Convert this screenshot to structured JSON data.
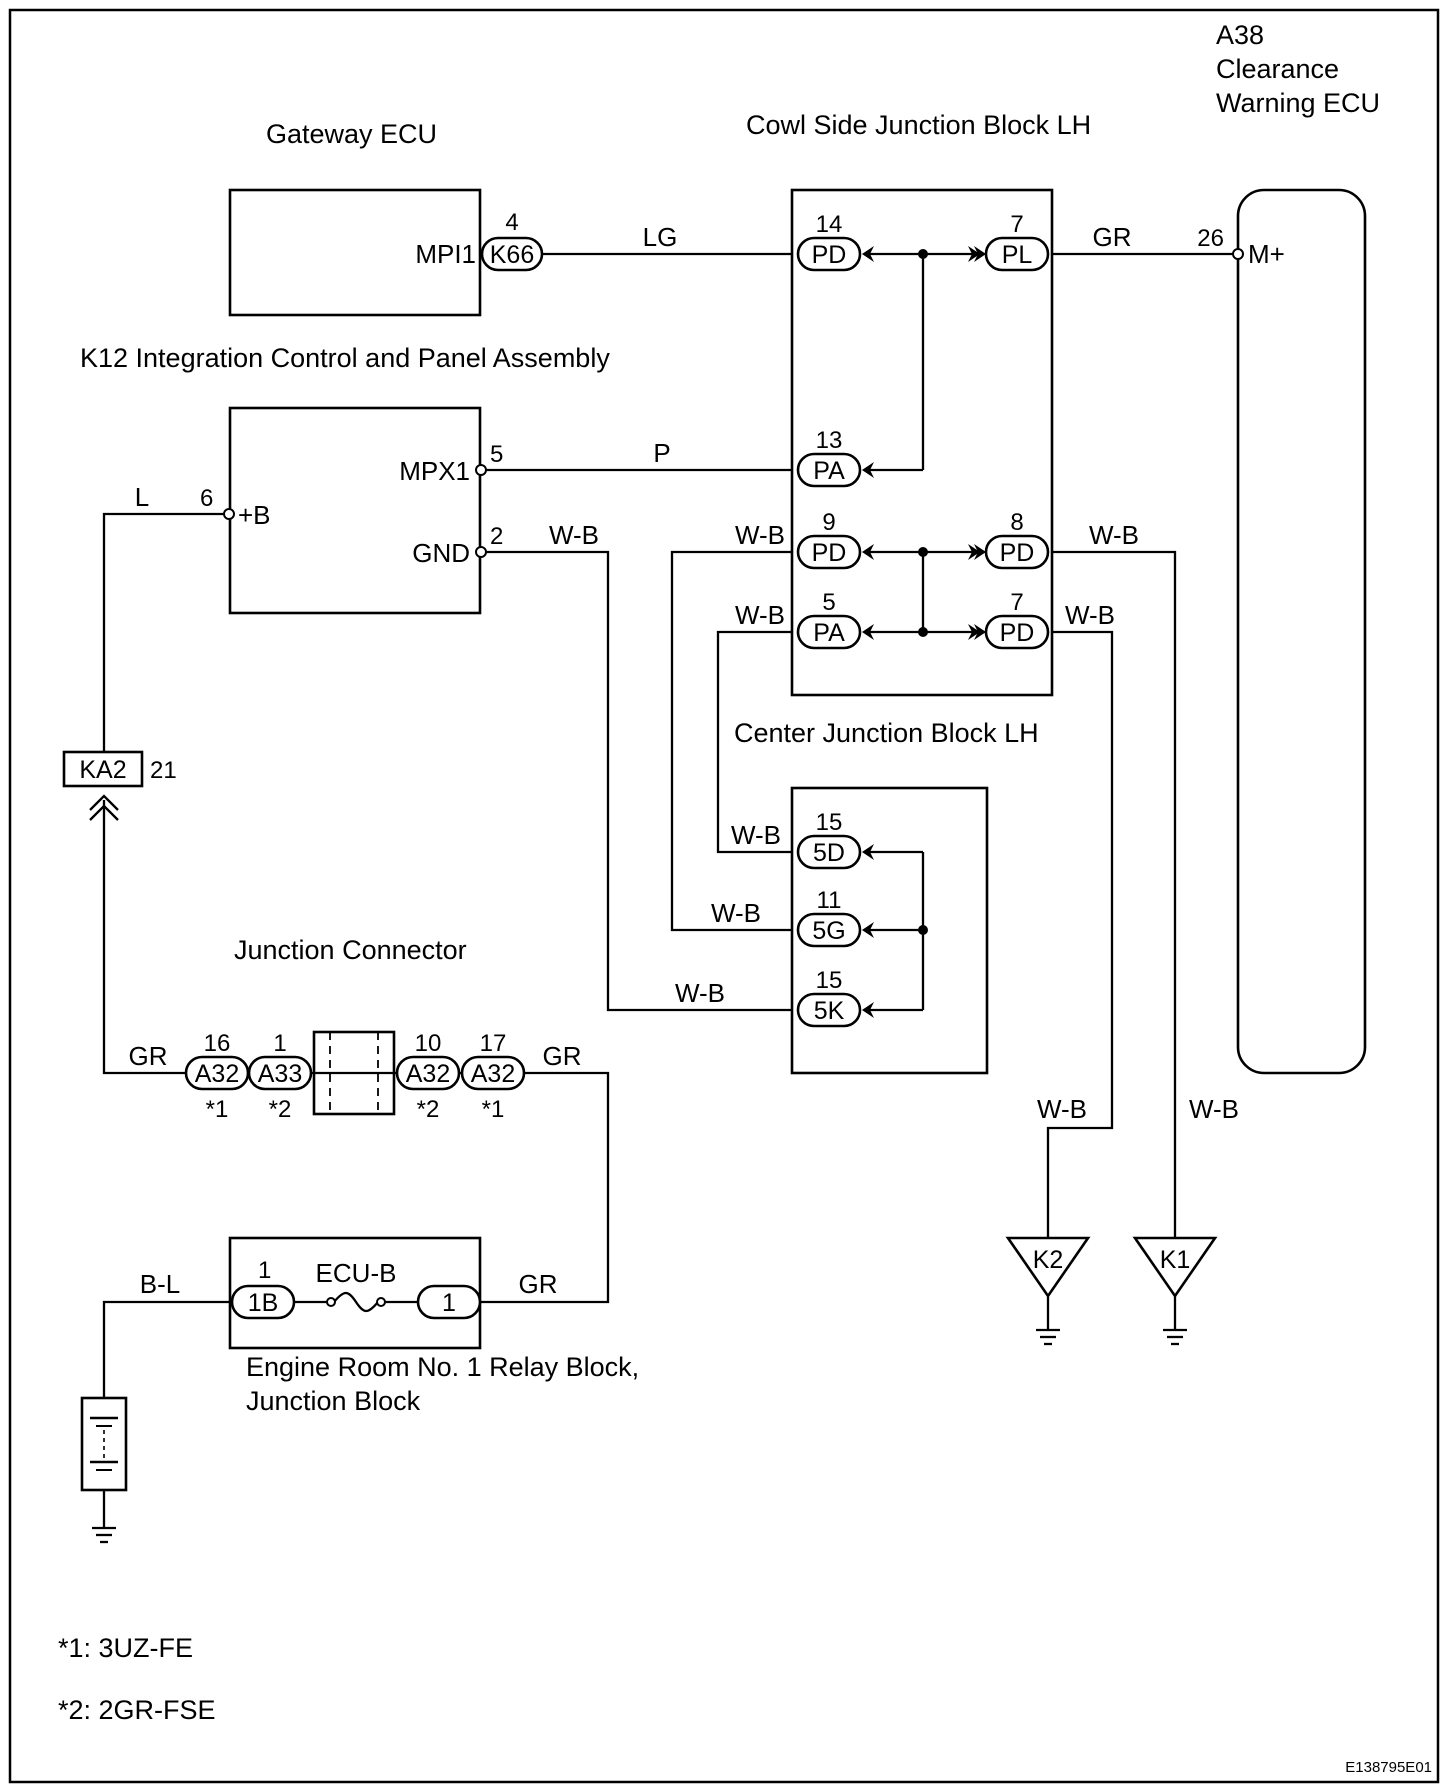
{
  "components": {
    "clearance_warning_ecu": {
      "code": "A38",
      "line1": "Clearance",
      "line2": "Warning ECU",
      "terminal": "M+",
      "pin": "26"
    },
    "cowl_side_jb": {
      "title": "Cowl Side Junction Block LH"
    },
    "gateway_ecu": {
      "title": "Gateway ECU",
      "terminal": "MPI1",
      "connector": "K66",
      "pin": "4"
    },
    "integration_panel": {
      "title": "K12 Integration Control and Panel Assembly",
      "mpx1_label": "MPX1",
      "mpx1_pin": "5",
      "gnd_label": "GND",
      "gnd_pin": "2",
      "b_label": "+B",
      "b_pin": "6"
    },
    "center_jb": {
      "title": "Center Junction Block LH"
    },
    "junction_connector": {
      "title": "Junction Connector"
    },
    "relay_block": {
      "line1": "Engine Room No. 1 Relay Block,",
      "line2": "Junction Block",
      "fuse": "ECU-B",
      "in_connector": "1B",
      "in_pin": "1",
      "out_connector": "1"
    },
    "battery": {
      "label": "Battery"
    },
    "connector_ka2": {
      "label": "KA2",
      "pin": "21"
    }
  },
  "cowl_connectors": [
    {
      "name": "PD",
      "pin": "14"
    },
    {
      "name": "PL",
      "pin": "7"
    },
    {
      "name": "PA",
      "pin": "13"
    },
    {
      "name": "PD",
      "pin": "9"
    },
    {
      "name": "PD",
      "pin": "8"
    },
    {
      "name": "PA",
      "pin": "5"
    },
    {
      "name": "PD",
      "pin": "7"
    }
  ],
  "center_connectors": [
    {
      "name": "5D",
      "pin": "15"
    },
    {
      "name": "5G",
      "pin": "11"
    },
    {
      "name": "5K",
      "pin": "15"
    }
  ],
  "junction_pins": [
    {
      "name": "A32",
      "pin": "16",
      "note": "*1"
    },
    {
      "name": "A33",
      "pin": "1",
      "note": "*2"
    },
    {
      "name": "A32",
      "pin": "10",
      "note": "*2"
    },
    {
      "name": "A32",
      "pin": "17",
      "note": "*1"
    }
  ],
  "wires": {
    "gateway_to_cowl": "LG",
    "cowl_to_ecu": "GR",
    "mpx1_to_cowl": "P",
    "gnd_wire": "W-B",
    "cowl_pd9_in": "W-B",
    "cowl_pa5_in": "W-B",
    "cowl_pd8_out": "W-B",
    "cowl_pd7_out": "W-B",
    "center_5d": "W-B",
    "center_5g": "W-B",
    "center_5k": "W-B",
    "k2_wire": "W-B",
    "k1_wire": "W-B",
    "b_supply": "L",
    "jc_left": "GR",
    "jc_right": "GR",
    "relay_out": "GR",
    "battery_wire": "B-L"
  },
  "grounds": {
    "k2": "K2",
    "k1": "K1"
  },
  "notes": {
    "n1": "*1: 3UZ-FE",
    "n2": "*2: 2GR-FSE"
  },
  "figure_code": "E138795E01"
}
